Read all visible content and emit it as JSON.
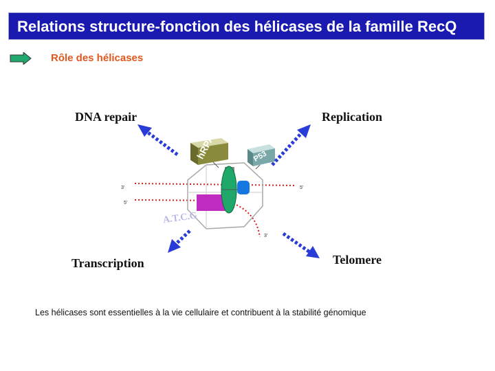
{
  "header": {
    "title": "Relations structure-fonction des hélicases de la famille RecQ"
  },
  "section": {
    "subtitle": "Rôle des hélicases",
    "bullet_icon": "green-arrow-icon"
  },
  "diagram": {
    "labels": {
      "dna_repair": "DNA repair",
      "replication": "Replication",
      "transcription": "Transcription",
      "telomere": "Telomere"
    },
    "proteins": {
      "hrpa": "hRPA",
      "p53": "P53"
    },
    "strand_labels": {
      "left_top": "3'",
      "left_bottom": "5'",
      "right": "5'",
      "bottom": "3'"
    },
    "faded_sequence": "A.T.C.G"
  },
  "footer": {
    "caption": "Les hélicases sont essentielles à la vie cellulaire et contribuent à la stabilité génomique"
  },
  "colors": {
    "title_bg": "#1a1ab0",
    "subtitle": "#e2571e",
    "arrows": "#2a3cd8",
    "strand": "#d41c1c",
    "hrpa_box": "#8a8a3c",
    "p53_box": "#7aa8a8",
    "helicase_disc": "#1fa86a",
    "blue_domain": "#1478e0",
    "magenta_block": "#c02cc0"
  }
}
